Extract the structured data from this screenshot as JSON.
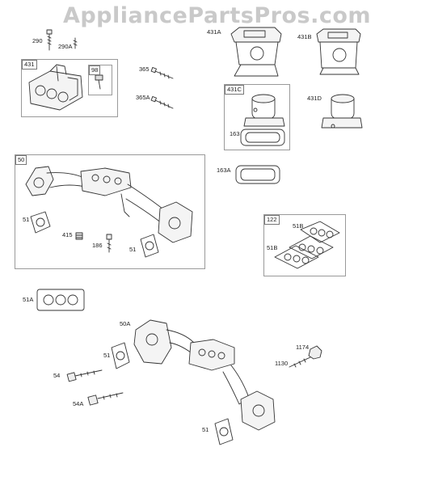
{
  "watermark": "AppliancePartsPros.com",
  "parts": {
    "p290": "290",
    "p290a": "290A",
    "p431": "431",
    "p98": "98",
    "p365": "365",
    "p365a": "365A",
    "p431a": "431A",
    "p431b": "431B",
    "p431c": "431C",
    "p163": "163",
    "p431d": "431D",
    "p163a": "163A",
    "p50": "50",
    "p51_left": "51",
    "p415": "415",
    "p186": "186",
    "p51_mid": "51",
    "p122": "122",
    "p51b_top": "51B",
    "p51b_left": "51B",
    "p51a": "51A",
    "p50a": "50A",
    "p51_low": "51",
    "p54": "54",
    "p54a": "54A",
    "p1174": "1174",
    "p1130": "1130",
    "p51_bottom": "51"
  }
}
